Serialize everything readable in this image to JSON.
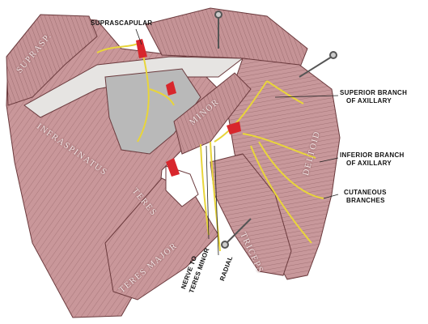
{
  "labels": {
    "suprascapular": "SUPRASCAPULAR",
    "superior_branch_line1": "SUPERIOR BRANCH",
    "superior_branch_line2": "OF AXILLARY",
    "inferior_branch_line1": "INFERIOR BRANCH",
    "inferior_branch_line2": "OF AXILLARY",
    "cutaneous_line1": "CUTANEOUS",
    "cutaneous_line2": "BRANCHES",
    "nerve_to_teres_minor_line1": "NERVE TO",
    "nerve_to_teres_minor_line2": "TERES MINOR",
    "radial": "RADIAL"
  },
  "muscles": {
    "supraspinatus": "SUPRASP.",
    "infraspinatus": "INFRASPINATUS",
    "teres_minor": "MINOR",
    "teres": "TERES",
    "teres_major": "TERES MAJOR",
    "deltoid": "DELTOID",
    "triceps": "TRICEPS"
  },
  "colors": {
    "muscle": "#c9979a",
    "muscle_dark": "#8a5558",
    "nerve": "#e8d53a",
    "artery": "#d8262c",
    "bone": "#cfcfcf"
  }
}
